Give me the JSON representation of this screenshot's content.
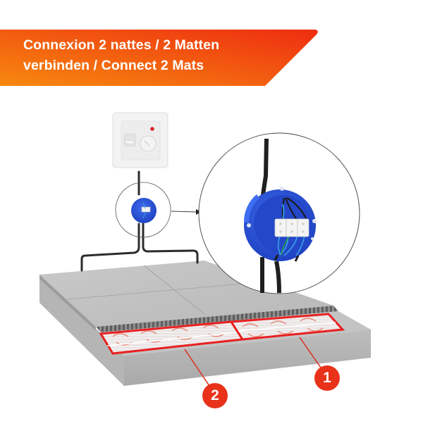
{
  "banner": {
    "line1": "Connexion 2 nattes / 2 Matten",
    "line2": "verbinden / Connect 2 Mats",
    "gradient_start": "#f7890f",
    "gradient_end": "#ee2d10",
    "text_color": "#ffffff"
  },
  "diagram": {
    "thermostat": {
      "icon": "thermostat-icon",
      "indicator_color": "#d8262a"
    },
    "junction_box": {
      "icon": "junction-box-icon",
      "color": "#2a55d9",
      "terminal_count": 3
    },
    "zoom_callout": {
      "icon": "magnifier-callout-icon",
      "arrow": "arrow-right-icon"
    },
    "mats": [
      {
        "number": "1",
        "outline_color": "#e82020"
      },
      {
        "number": "2",
        "outline_color": "#e82020"
      }
    ],
    "badges": [
      {
        "label": "1",
        "color": "#e8321a"
      },
      {
        "label": "2",
        "color": "#e8321a"
      }
    ]
  }
}
